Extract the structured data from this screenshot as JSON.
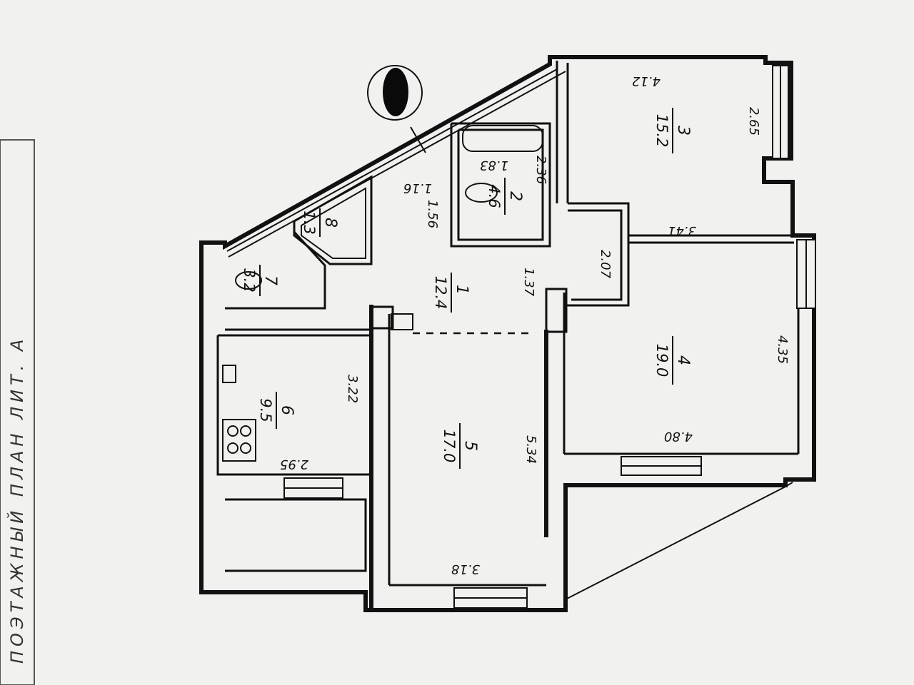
{
  "rooms": [
    {
      "number": "1",
      "area": "12.4"
    },
    {
      "number": "2",
      "area": "4.6"
    },
    {
      "number": "3",
      "area": "15.2"
    },
    {
      "number": "4",
      "area": "19.0"
    },
    {
      "number": "5",
      "area": "17.0"
    },
    {
      "number": "6",
      "area": "9.5"
    },
    {
      "number": "7",
      "area": "3.2"
    },
    {
      "number": "8",
      "area": "1.3"
    }
  ],
  "dimensions": [
    "4.12",
    "2.65",
    "3.41",
    "4.35",
    "4.80",
    "2.07",
    "1.37",
    "1.56",
    "1.16",
    "1.83",
    "2.36",
    "3.22",
    "2.95",
    "5.34",
    "3.18"
  ],
  "margin_text": "ПОЭТАЖНЫЙ ПЛАН  ЛИТ. А",
  "colors": {
    "paper": "#f1f1ef",
    "ink": "#111111",
    "redaction": "#0a0a0a"
  }
}
